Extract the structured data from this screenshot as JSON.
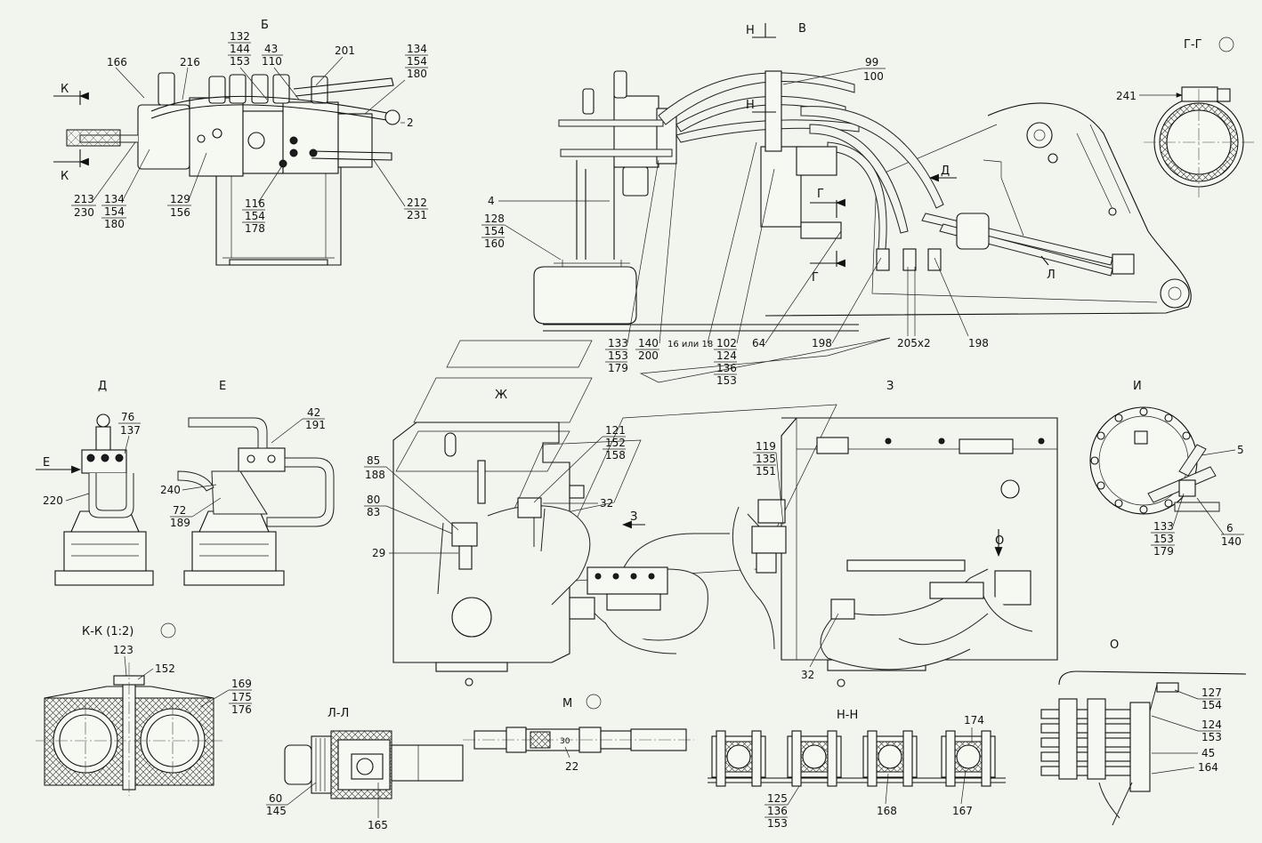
{
  "views": {
    "b": "Б",
    "v": "В",
    "gg": "Г-Г",
    "d": "Д",
    "e": "Е",
    "zh": "Ж",
    "z": "З",
    "i": "И",
    "kk": "К-К (1:2)",
    "ll": "Л-Л",
    "m": "М",
    "nn": "Н-Н",
    "o": "О"
  },
  "marks": {
    "k1": "К",
    "k2": "К",
    "n1": "Н",
    "n2": "Н",
    "g1": "Г",
    "g2": "Г",
    "d_arrow": "Д",
    "l_arrow": "Л",
    "e_arrow": "Е",
    "z_arrow": "З",
    "o_arrow": "О"
  },
  "labels": {
    "b_166": "166",
    "b_216": "216",
    "b_132": "132",
    "b_144": "144",
    "b_153": "153",
    "b_43": "43",
    "b_110": "110",
    "b_201": "201",
    "b_134": "134",
    "b_154": "154",
    "b_180": "180",
    "b_2": "2",
    "b_213": "213",
    "b_230": "230",
    "b_134b": "134",
    "b_154b": "154",
    "b_180b": "180",
    "b_129": "129",
    "b_156": "156",
    "b_116": "116",
    "b_154c": "154",
    "b_178": "178",
    "b_212": "212",
    "b_231": "231",
    "v_99": "99",
    "v_100": "100",
    "v_4": "4",
    "v_128": "128",
    "v_154": "154",
    "v_160": "160",
    "v_133": "133",
    "v_153": "153",
    "v_179": "179",
    "v_140": "140",
    "v_200": "200",
    "v_16": "16 или 18",
    "v_102": "102",
    "v_124": "124",
    "v_136": "136",
    "v_153b": "153",
    "v_64": "64",
    "v_198": "198",
    "v_205": "205x2",
    "v_198b": "198",
    "gg_241": "241",
    "d_76": "76",
    "d_137": "137",
    "d_220": "220",
    "e_42": "42",
    "e_191": "191",
    "e_240": "240",
    "e_72": "72",
    "e_189": "189",
    "zh_85": "85",
    "zh_188": "188",
    "zh_80": "80",
    "zh_83": "83",
    "zh_29": "29",
    "zh_121": "121",
    "zh_152": "152",
    "zh_158": "158",
    "zh_32": "32",
    "z_119": "119",
    "z_135": "135",
    "z_151": "151",
    "z_32": "32",
    "i_5": "5",
    "i_133": "133",
    "i_153": "153",
    "i_179": "179",
    "i_6": "6",
    "i_140": "140",
    "k_123": "123",
    "k_152": "152",
    "k_169": "169",
    "k_175": "175",
    "k_176": "176",
    "l_60": "60",
    "l_145": "145",
    "l_165": "165",
    "m_22": "22",
    "m_30": "30",
    "n_125": "125",
    "n_136": "136",
    "n_153": "153",
    "n_168": "168",
    "n_167": "167",
    "n_174": "174",
    "o_127": "127",
    "o_154": "154",
    "o_124": "124",
    "o_153": "153",
    "o_45": "45",
    "o_164": "164"
  },
  "colors": {
    "paper": "#f2f5ee",
    "ink": "#111111"
  }
}
